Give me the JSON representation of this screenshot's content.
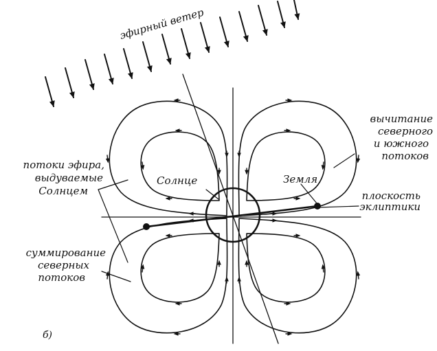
{
  "labels": {
    "ether_wind": "эфирный ветер",
    "ether_flows_1": "потоки эфира,",
    "ether_flows_2": "выдуваемые",
    "ether_flows_3": "Солнцем",
    "sun": "Солнце",
    "earth": "Земля",
    "subtract_1": "вычитание",
    "subtract_2": "северного",
    "subtract_3": "и южного",
    "subtract_4": "потоков",
    "plane_1": "плоскость",
    "plane_2": "эклиптики",
    "sum_1": "суммирование",
    "sum_2": "северных",
    "sum_3": "потоков",
    "fig": "б)"
  },
  "colors": {
    "ink": "#111111",
    "background": "#ffffff"
  },
  "icons": {
    "flow_arrow": "arrowhead-icon",
    "wind_arrow": "down-arrow-icon"
  }
}
